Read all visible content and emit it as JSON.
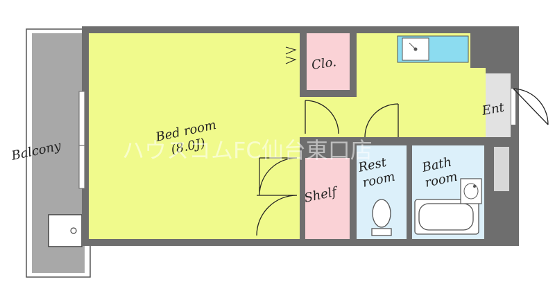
{
  "rooms": {
    "balcony": "Balcony",
    "bedroom": "Bed room",
    "bedroom_size": "(8.0J)",
    "closet": "Clo.",
    "shelf": "Shelf",
    "restroom_line1": "Rest",
    "restroom_line2": "room",
    "bathroom_line1": "Bath",
    "bathroom_line2": "room",
    "entrance": "Ent"
  },
  "watermark": "ハウスコムFC仙台東口店",
  "colors": {
    "wall": "#6e6e6e",
    "bedroom_floor": "#f0fa8c",
    "closet_floor": "#fad2d6",
    "wet_area": "#dcf0fa",
    "sink": "#8cdcf0",
    "balcony": "#a8a8a8"
  }
}
